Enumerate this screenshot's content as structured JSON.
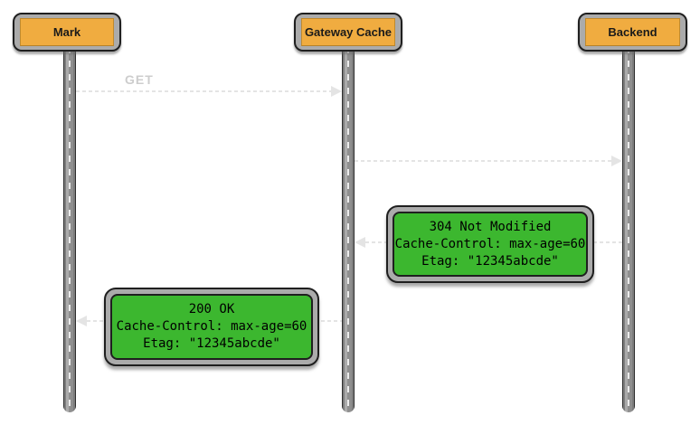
{
  "actors": [
    {
      "label": "Mark"
    },
    {
      "label": "Gateway Cache"
    },
    {
      "label": "Backend"
    }
  ],
  "messages": [
    {
      "label": "GET",
      "from": "Mark",
      "to": "Gateway Cache",
      "style": "dashed"
    },
    {
      "label": "",
      "from": "Gateway Cache",
      "to": "Backend",
      "style": "dashed"
    }
  ],
  "responses": [
    {
      "from": "Backend",
      "to": "Gateway Cache",
      "lines": [
        "304 Not Modified",
        "Cache-Control: max-age=60",
        "Etag: \"12345abcde\""
      ]
    },
    {
      "from": "Gateway Cache",
      "to": "Mark",
      "lines": [
        "200 OK",
        "Cache-Control: max-age=60",
        "Etag: \"12345abcde\""
      ]
    }
  ],
  "colors": {
    "background": "#ffffff",
    "actor_fill": "#F0AC40",
    "actor_border": "#C08A2E",
    "frame_fill": "#ABABAB",
    "frame_border": "#1F1F1F",
    "note_fill": "#3CB72F",
    "arrow": "#E4E4E4",
    "message_label": "#CDCDCD",
    "road_mid": "#8F8F8F"
  }
}
